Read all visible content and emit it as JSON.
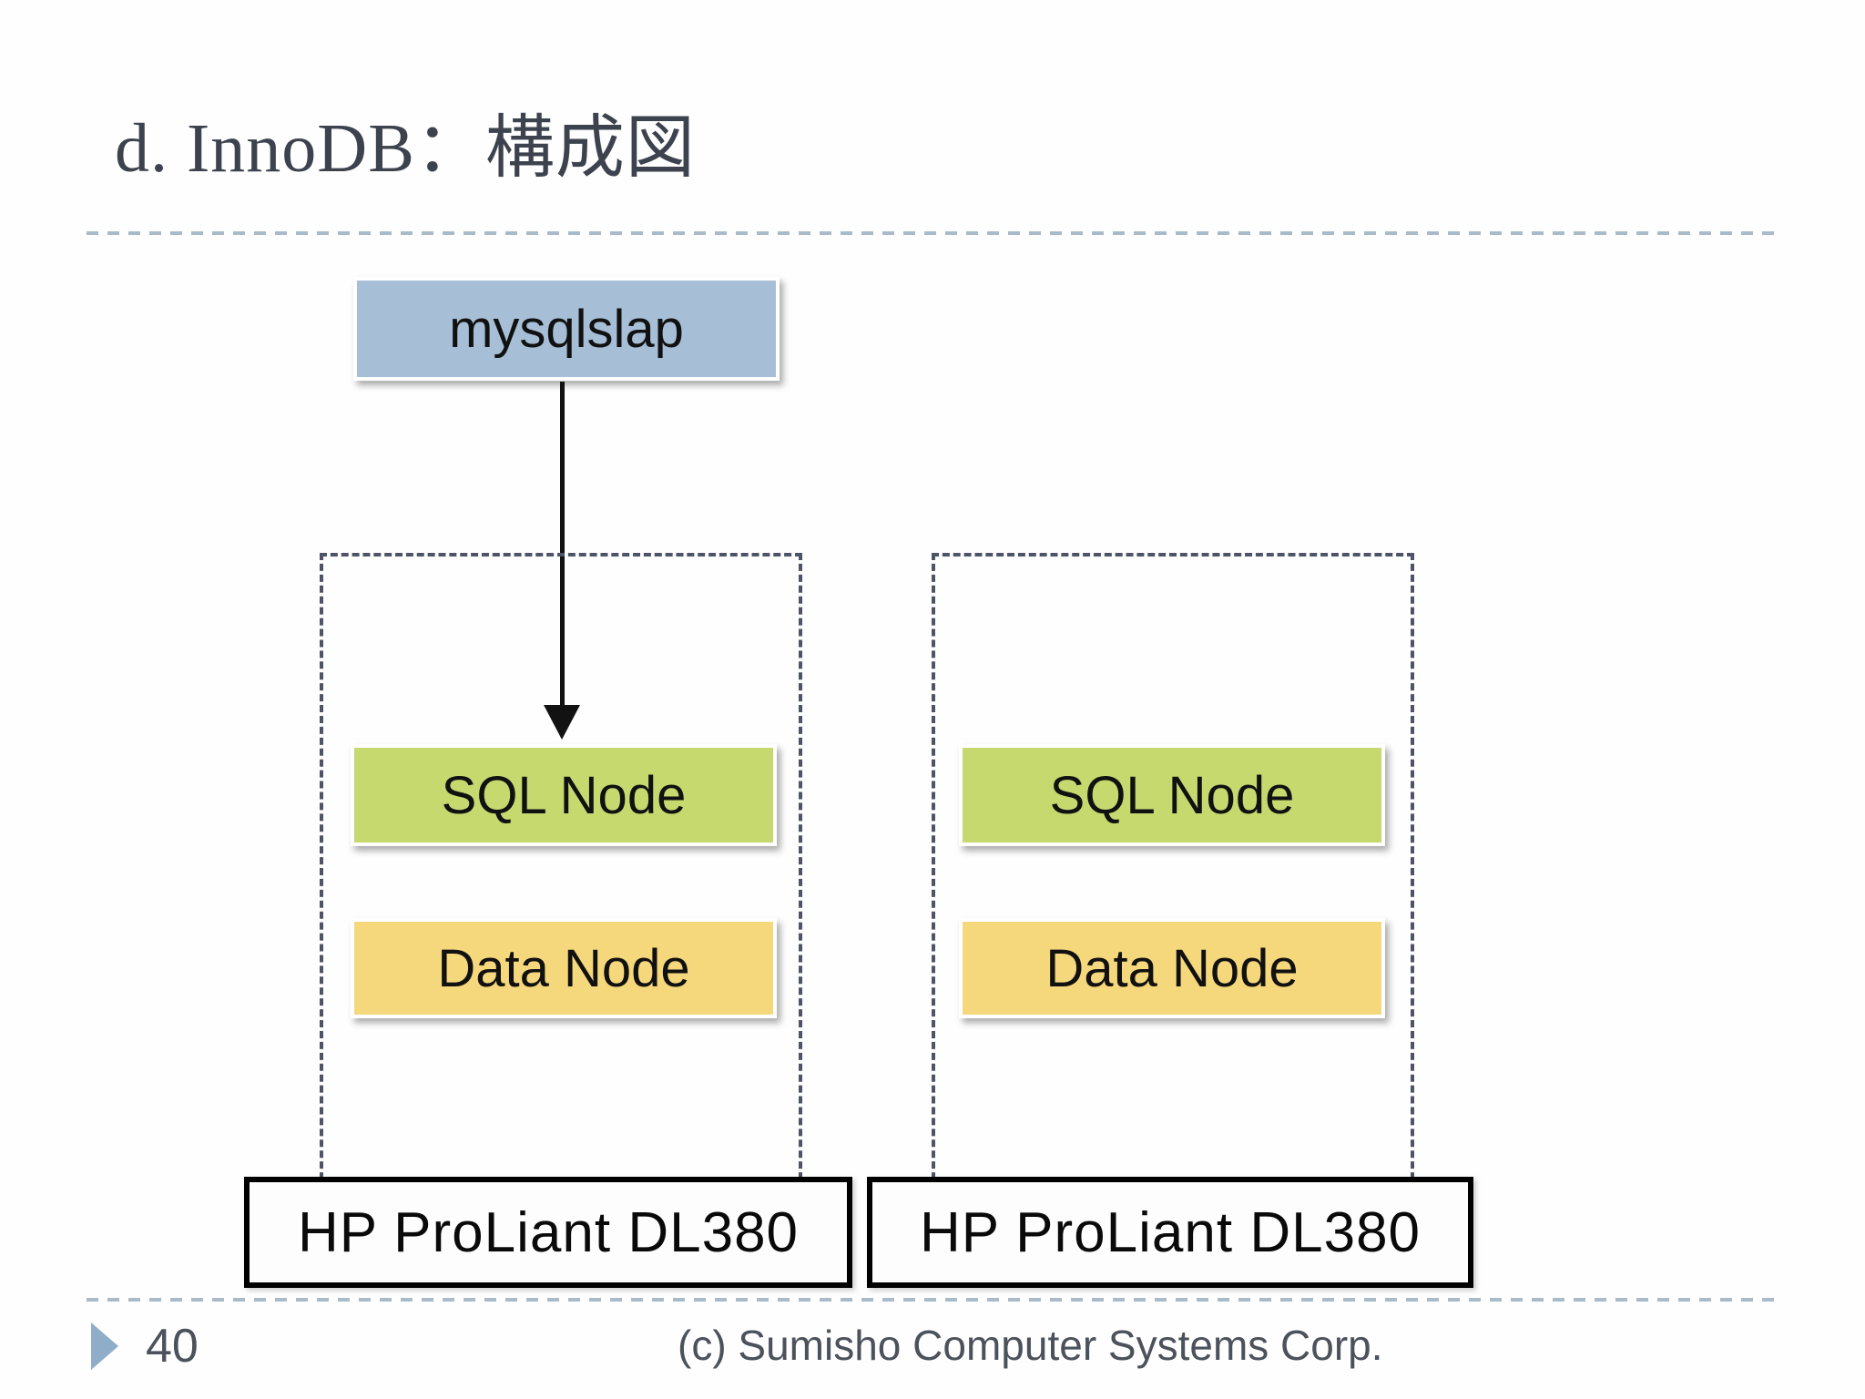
{
  "slide": {
    "title": "d. InnoDB：構成図",
    "diagram": {
      "client": {
        "label": "mysqlslap"
      },
      "hosts": [
        {
          "nodes": [
            {
              "label": "SQL Node"
            },
            {
              "label": "Data Node"
            }
          ],
          "machine_label": "HP ProLiant DL380"
        },
        {
          "nodes": [
            {
              "label": "SQL Node"
            },
            {
              "label": "Data Node"
            }
          ],
          "machine_label": "HP ProLiant DL380"
        }
      ]
    },
    "footer": {
      "page_number": "40",
      "copyright": "(c) Sumisho Computer Systems Corp."
    },
    "colors": {
      "client_box_bg": "#a6bfd6",
      "sql_node_bg": "#c6d96e",
      "data_node_bg": "#f6d87c",
      "container_border": "#4e5468",
      "divider": "#a9bac9",
      "title_text": "#3d434e",
      "footer_text": "#4c525c",
      "page_marker": "#8fadc9",
      "node_text": "#111111"
    }
  }
}
